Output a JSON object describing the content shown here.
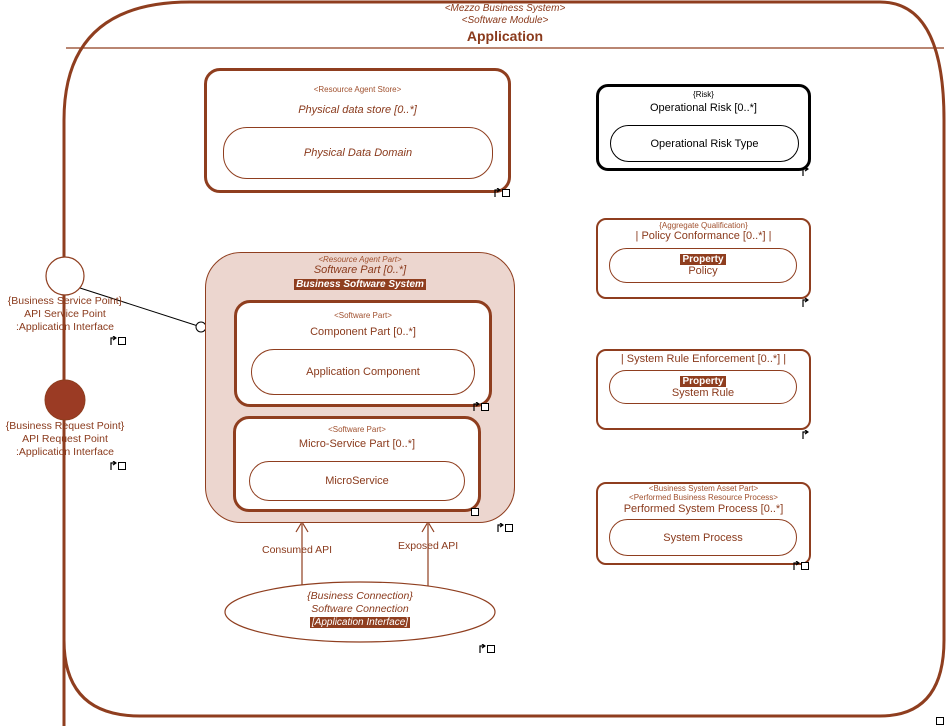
{
  "module": {
    "stereo1": "<Mezzo Business System>",
    "stereo2": "<Software Module>",
    "title": "Application"
  },
  "store": {
    "stereo": "<Resource Agent Store>",
    "name": "Physical data store [0..*]",
    "inner": "Physical Data Domain"
  },
  "software_part": {
    "stereo": "<Resource Agent Part>",
    "name": "Software Part [0..*]",
    "tag": "Business Software System",
    "component": {
      "stereo": "<Software Part>",
      "name": "Component Part [0..*]",
      "inner": "Application Component"
    },
    "micro": {
      "stereo": "<Software Part>",
      "name": "Micro-Service Part [0..*]",
      "inner": "MicroService"
    }
  },
  "risk": {
    "stereo": "{Risk}",
    "name": "Operational Risk [0..*]",
    "inner": "Operational Risk Type"
  },
  "policy": {
    "stereo": "{Aggregate Qualification}",
    "name": "| Policy Conformance [0..*] |",
    "tag": "Property",
    "inner": "Policy"
  },
  "rule": {
    "name": "| System Rule Enforcement [0..*] |",
    "tag": "Property",
    "inner": "System Rule"
  },
  "process": {
    "stereo1": "<Business System Asset Part>",
    "stereo2": "<Performed Business Resource Process>",
    "name": "Performed System Process [0..*]",
    "inner": "System Process"
  },
  "service_point": {
    "line1": "{Business Service Point}",
    "line2": "API Service Point",
    "line3": ":Application Interface"
  },
  "request_point": {
    "line1": "{Business Request Point}",
    "line2": "API Request Point",
    "line3": ":Application Interface"
  },
  "connection": {
    "line1": "{Business Connection}",
    "line2": "Software Connection",
    "tag": "[Application Interface]"
  },
  "arrows": {
    "consumed": "Consumed API",
    "exposed": "Exposed API"
  },
  "colors": {
    "accent": "#8f3e1f",
    "fill_light": "#ecd6cf",
    "risk_border": "#000000"
  }
}
